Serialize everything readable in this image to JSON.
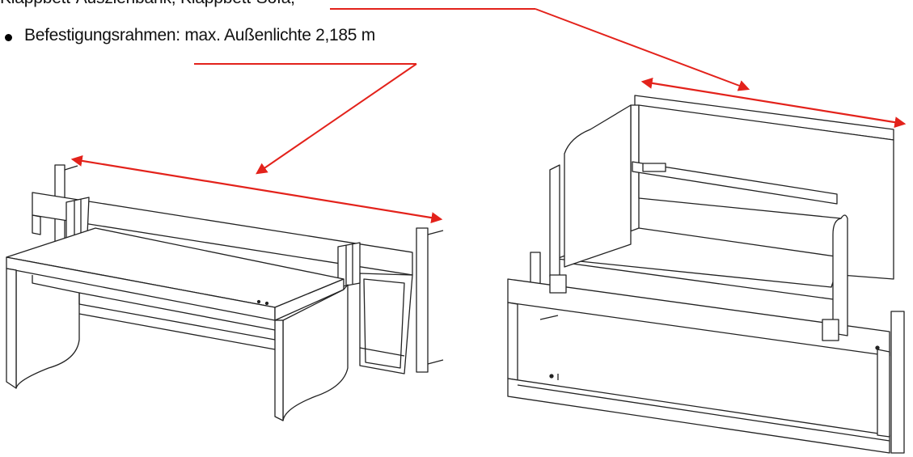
{
  "header": {
    "cut_line_text": "Klappbett-Ausziehbank; Klappbett-Sofa;"
  },
  "spec": {
    "label": "Befestigungsrahmen:",
    "value": "max. Außenlichte 2,185 m"
  },
  "colors": {
    "arrow": "#e3221b",
    "line_drawing": "#222222"
  }
}
